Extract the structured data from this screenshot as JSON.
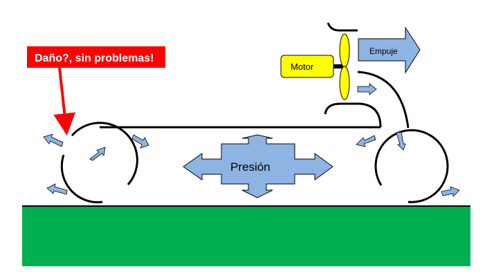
{
  "title": "Hovercraft lift and thrust diagram",
  "callout": {
    "text": "Daño?, sin problemas!",
    "color": "#ff0000",
    "text_color": "#ffffff"
  },
  "motor": {
    "label": "Motor",
    "color": "#ffff00"
  },
  "thrust": {
    "label": "Empuje",
    "color": "#8eb4e3"
  },
  "pressure": {
    "label": "Presión",
    "color": "#8eb4e3"
  },
  "ground": {
    "color": "#00b050"
  },
  "arrow_color": "#8eb4e3"
}
